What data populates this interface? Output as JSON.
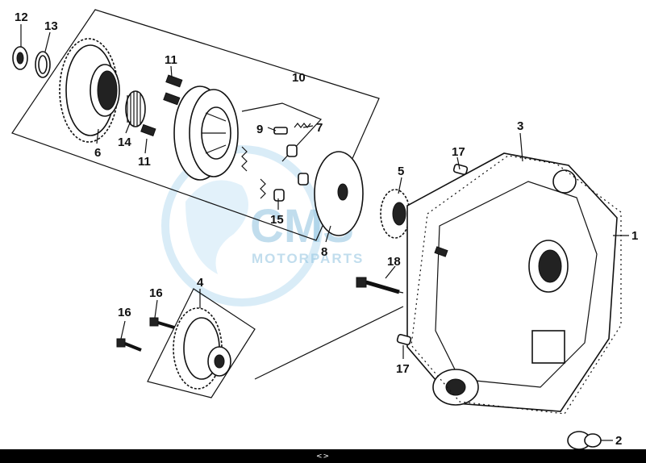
{
  "watermark": {
    "brand": "CMS",
    "subtitle": "MOTORPARTS"
  },
  "callouts": [
    {
      "id": "c12",
      "text": "12"
    },
    {
      "id": "c13",
      "text": "13"
    },
    {
      "id": "c11a",
      "text": "11"
    },
    {
      "id": "c10",
      "text": "10"
    },
    {
      "id": "c6",
      "text": "6"
    },
    {
      "id": "c14",
      "text": "14"
    },
    {
      "id": "c11b",
      "text": "11"
    },
    {
      "id": "c9",
      "text": "9"
    },
    {
      "id": "c7",
      "text": "7"
    },
    {
      "id": "c3",
      "text": "3"
    },
    {
      "id": "c17a",
      "text": "17"
    },
    {
      "id": "c5",
      "text": "5"
    },
    {
      "id": "c1",
      "text": "1"
    },
    {
      "id": "c15",
      "text": "15"
    },
    {
      "id": "c8",
      "text": "8"
    },
    {
      "id": "c18",
      "text": "18"
    },
    {
      "id": "c4",
      "text": "4"
    },
    {
      "id": "c16a",
      "text": "16"
    },
    {
      "id": "c16b",
      "text": "16"
    },
    {
      "id": "c17b",
      "text": "17"
    },
    {
      "id": "c2",
      "text": "2"
    }
  ],
  "footer": {
    "nav": "<>"
  }
}
